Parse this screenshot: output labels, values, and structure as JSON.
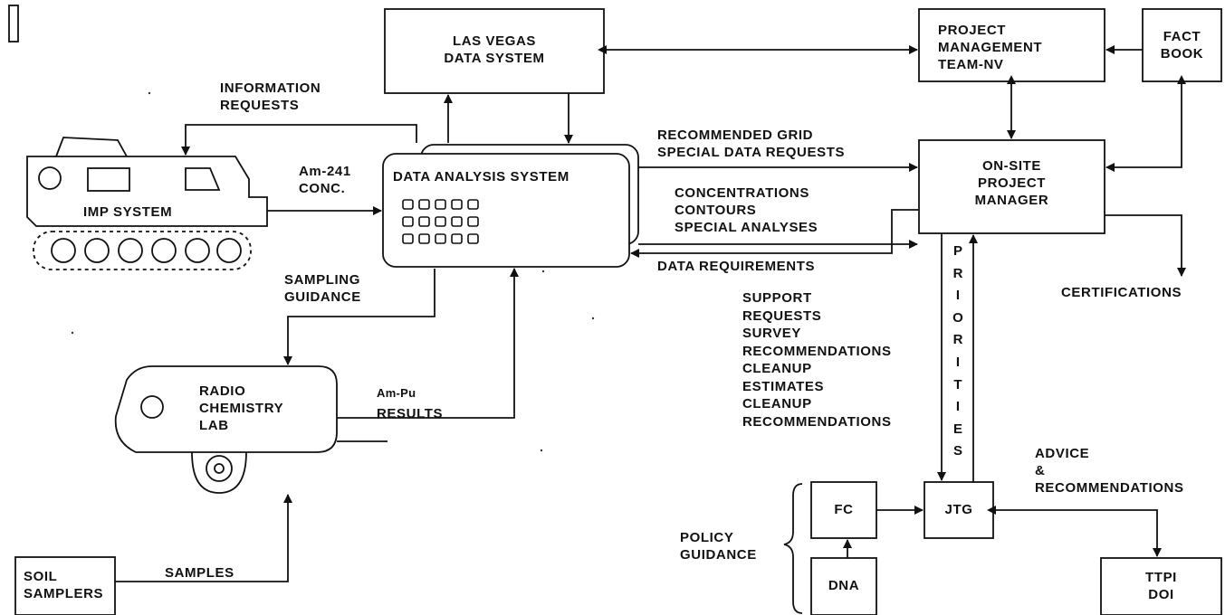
{
  "boxes": {
    "las_vegas": "LAS VEGAS\nDATA SYSTEM",
    "pmt": "PROJECT\nMANAGEMENT\nTEAM-NV",
    "fact_book": "FACT\nBOOK",
    "das": "DATA ANALYSIS SYSTEM",
    "onsite": "ON-SITE\nPROJECT\nMANAGER",
    "imp": "IMP SYSTEM",
    "lab": "RADIO\nCHEMISTRY\nLAB",
    "soil": "SOIL\nSAMPLERS",
    "fc": "FC",
    "jtg": "JTG",
    "dna": "DNA",
    "ttpi": "TTPI\nDOI"
  },
  "labels": {
    "info_requests": "INFORMATION\nREQUESTS",
    "am241": "Am-241\nCONC.",
    "rec_grid": "RECOMMENDED GRID\nSPECIAL DATA REQUESTS",
    "conc": "CONCENTRATIONS\nCONTOURS\nSPECIAL ANALYSES",
    "data_req": "DATA REQUIREMENTS",
    "sampling": "SAMPLING\nGUIDANCE",
    "ampu": "Am-Pu",
    "results": "RESULTS",
    "samples": "SAMPLES",
    "certifications": "CERTIFICATIONS",
    "support": "SUPPORT\nREQUESTS\nSURVEY\nRECOMMENDATIONS\nCLEANUP\nESTIMATES\nCLEANUP\nRECOMMENDATIONS",
    "advice": "ADVICE\n&\nRECOMMENDATIONS",
    "policy": "POLICY\nGUIDANCE"
  },
  "priorities": [
    "P",
    "R",
    "I",
    "O",
    "R",
    "I",
    "T",
    "I",
    "E",
    "S"
  ]
}
